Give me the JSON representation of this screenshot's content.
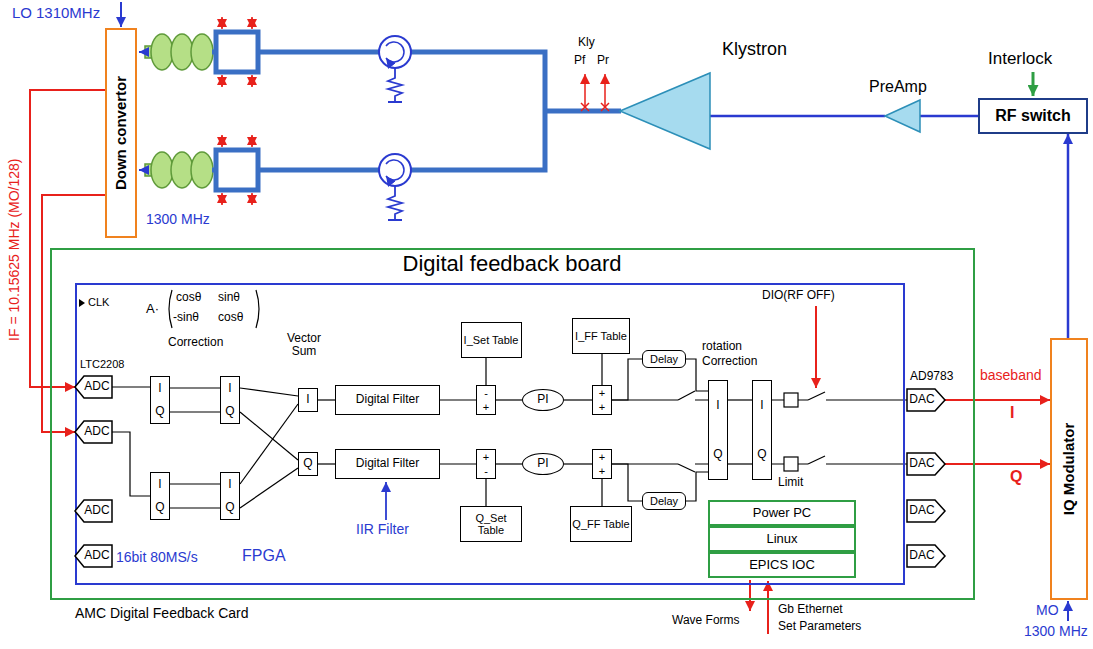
{
  "diagram": {
    "nodes": [
      {
        "text": [
          "Down convertor"
        ]
      },
      {
        "text": [
          "Klystron"
        ]
      },
      {
        "text": [
          "PreAmp"
        ]
      },
      {
        "text": [
          "RF switch"
        ]
      },
      {
        "text": [
          "Digital feedback board",
          "AMC Digital Feedback Card"
        ]
      },
      {
        "text": [
          "FPGA"
        ],
        "in": 4
      },
      {
        "text": [
          "ADC"
        ],
        "in": 5
      },
      {
        "text": [
          "ADC"
        ],
        "in": 5
      },
      {
        "text": [
          "ADC"
        ],
        "in": 5
      },
      {
        "text": [
          "ADC"
        ],
        "in": 5
      },
      {
        "text": [
          "I",
          "Q"
        ],
        "in": 5
      },
      {
        "text": [
          "I",
          "Q"
        ],
        "in": 5
      },
      {
        "text": [
          "I",
          "Q"
        ],
        "in": 5
      },
      {
        "text": [
          "I",
          "Q"
        ],
        "in": 5
      },
      {
        "text": [
          "I"
        ],
        "in": 5
      },
      {
        "text": [
          "Q"
        ],
        "in": 5
      },
      {
        "text": [
          "Digital Filter"
        ],
        "in": 5
      },
      {
        "text": [
          "Digital Filter"
        ],
        "in": 5
      },
      {
        "text": [
          "I_Set Table"
        ],
        "in": 5
      },
      {
        "text": [
          "-",
          "+"
        ],
        "in": 5
      },
      {
        "text": [
          "PI"
        ],
        "in": 5
      },
      {
        "text": [
          "I_FF Table"
        ],
        "in": 5
      },
      {
        "text": [
          "+",
          "+"
        ],
        "in": 5
      },
      {
        "text": [
          "Delay"
        ],
        "in": 5
      },
      {
        "text": [
          "Q_Set Table"
        ],
        "in": 5
      },
      {
        "text": [
          "+",
          "-"
        ],
        "in": 5
      },
      {
        "text": [
          "PI"
        ],
        "in": 5
      },
      {
        "text": [
          "Q_FF Table"
        ],
        "in": 5
      },
      {
        "text": [
          "+",
          "+"
        ],
        "in": 5
      },
      {
        "text": [
          "Delay"
        ],
        "in": 5
      },
      {
        "text": [
          "I",
          "Q"
        ],
        "in": 5
      },
      {
        "text": [
          "I",
          "Q"
        ],
        "in": 5
      },
      {
        "text": [
          "DAC"
        ],
        "in": 5
      },
      {
        "text": [
          "DAC"
        ],
        "in": 5
      },
      {
        "text": [
          "DAC"
        ],
        "in": 5
      },
      {
        "text": [
          "DAC"
        ],
        "in": 5
      },
      {
        "text": [
          "Power PC"
        ],
        "in": 5
      },
      {
        "text": [
          "Linux"
        ],
        "in": 5
      },
      {
        "text": [
          "EPICS IOC"
        ],
        "in": 5
      },
      {
        "text": [
          "IQ Modulator"
        ]
      }
    ],
    "edges": [
      {
        "from": 0,
        "to": 6,
        "arrow": "to"
      },
      {
        "from": 0,
        "to": 7,
        "arrow": "to"
      },
      {
        "from": 6,
        "to": 10,
        "arrow": "none"
      },
      {
        "from": 7,
        "to": 11,
        "arrow": "none"
      },
      {
        "from": 10,
        "to": 12,
        "arrow": "none"
      },
      {
        "from": 10,
        "to": 12,
        "arrow": "none"
      },
      {
        "from": 11,
        "to": 13,
        "arrow": "none"
      },
      {
        "from": 11,
        "to": 13,
        "arrow": "none"
      },
      {
        "from": 12,
        "to": 14,
        "arrow": "none"
      },
      {
        "from": 12,
        "to": 15,
        "arrow": "none"
      },
      {
        "from": 13,
        "to": 14,
        "arrow": "none"
      },
      {
        "from": 13,
        "to": 15,
        "arrow": "none"
      },
      {
        "from": 14,
        "to": 16,
        "arrow": "none"
      },
      {
        "from": 15,
        "to": 17,
        "arrow": "none"
      },
      {
        "from": 16,
        "to": 19,
        "arrow": "none"
      },
      {
        "from": 18,
        "to": 19,
        "arrow": "none"
      },
      {
        "from": 19,
        "to": 20,
        "arrow": "none"
      },
      {
        "from": 20,
        "to": 22,
        "arrow": "none"
      },
      {
        "from": 21,
        "to": 22,
        "arrow": "none"
      },
      {
        "from": 22,
        "to": 30,
        "arrow": "none"
      },
      {
        "from": 22,
        "to": 23,
        "arrow": "none"
      },
      {
        "from": 23,
        "to": 30,
        "arrow": "none"
      },
      {
        "from": 17,
        "to": 25,
        "arrow": "none"
      },
      {
        "from": 24,
        "to": 25,
        "arrow": "none"
      },
      {
        "from": 25,
        "to": 26,
        "arrow": "none"
      },
      {
        "from": 26,
        "to": 28,
        "arrow": "none"
      },
      {
        "from": 27,
        "to": 28,
        "arrow": "none"
      },
      {
        "from": 28,
        "to": 30,
        "arrow": "none"
      },
      {
        "from": 28,
        "to": 29,
        "arrow": "none"
      },
      {
        "from": 29,
        "to": 30,
        "arrow": "none"
      },
      {
        "from": 30,
        "to": 31,
        "arrow": "none"
      },
      {
        "from": 30,
        "to": 31,
        "arrow": "none"
      },
      {
        "from": 31,
        "to": 32,
        "arrow": "none"
      },
      {
        "from": 31,
        "to": 33,
        "arrow": "none"
      },
      {
        "from": 32,
        "to": 39,
        "arrow": "to",
        "label": "I"
      },
      {
        "from": 33,
        "to": 39,
        "arrow": "to",
        "label": "Q"
      },
      {
        "from": 39,
        "to": 3,
        "arrow": "to"
      },
      {
        "from": 3,
        "to": 2,
        "arrow": "none"
      },
      {
        "from": 2,
        "to": 1,
        "arrow": "none"
      }
    ],
    "labels": [
      "LO",
      "1310MHz",
      "1300 MHz",
      "IF = 10.15625 MHz (MO/128)",
      "Kly",
      "Pf",
      "Pr",
      "Interlock",
      "CLK",
      "LTC2208",
      "A·",
      "cosθ",
      "sinθ",
      "-sinθ",
      "cosθ",
      "Correction",
      "Vector Sum",
      "IIR Filter",
      "rotation",
      "Correction",
      "DIO(RF OFF)",
      "AD9783",
      "baseband",
      "Limit",
      "16bit 80MS/s",
      "MO",
      "1300 MHz",
      "Wave Forms",
      "Gb Ethernet",
      "Set Parameters"
    ]
  }
}
